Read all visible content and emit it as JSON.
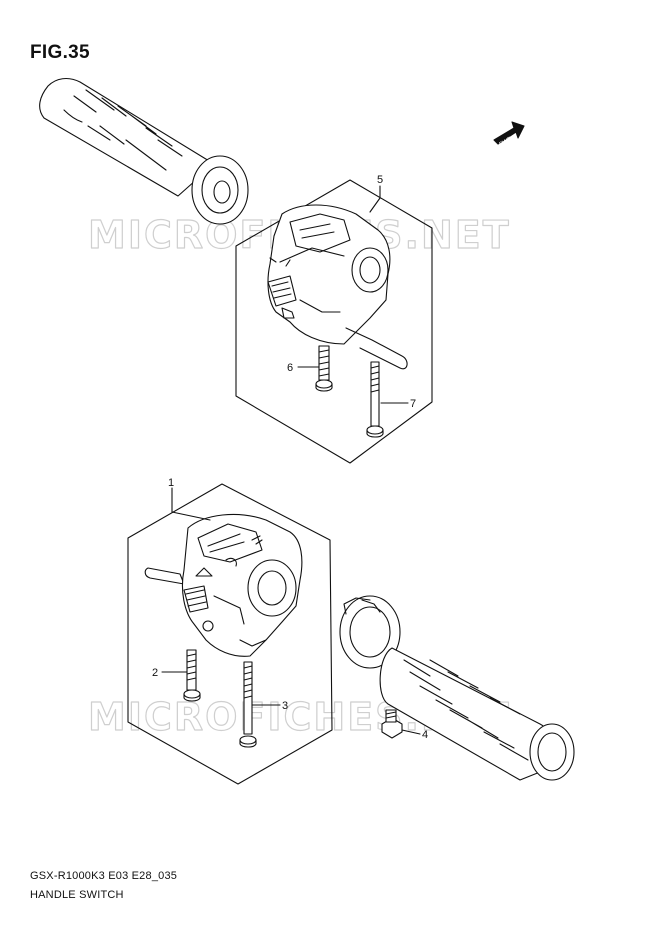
{
  "figure": {
    "title": "FIG.35",
    "code": "GSX-R1000K3 E03 E28_035",
    "name": "HANDLE SWITCH"
  },
  "direction_marker": {
    "label": "FWD",
    "icon": "fwd-arrow-icon"
  },
  "watermark": "MICROFICHES.NET",
  "callouts": [
    {
      "id": "1",
      "label": "1"
    },
    {
      "id": "2",
      "label": "2"
    },
    {
      "id": "3",
      "label": "3"
    },
    {
      "id": "4",
      "label": "4"
    },
    {
      "id": "5",
      "label": "5"
    },
    {
      "id": "6",
      "label": "6"
    },
    {
      "id": "7",
      "label": "7"
    }
  ],
  "colors": {
    "line": "#111111",
    "background": "#ffffff",
    "watermark": "#cfcfcf"
  }
}
